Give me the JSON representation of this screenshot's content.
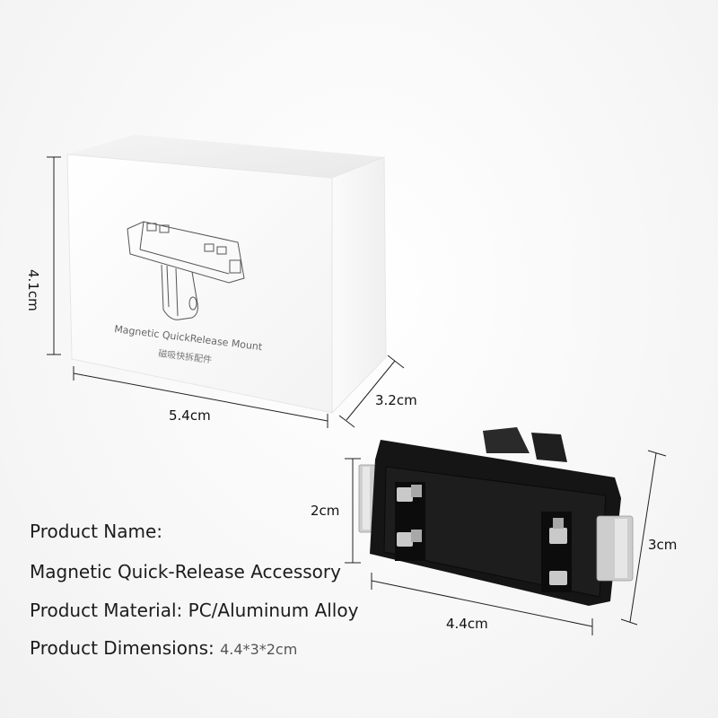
{
  "box": {
    "title_en": "Magnetic QuickRelease Mount",
    "title_cn": "磁吸快拆配件",
    "dimensions": {
      "height": "4.1cm",
      "width": "5.4cm",
      "depth": "3.2cm"
    }
  },
  "product": {
    "dimensions": {
      "height": "2cm",
      "length": "4.4cm",
      "width": "3cm"
    },
    "colors": {
      "body": "#151515",
      "metal": "#c8c8c8"
    }
  },
  "info": {
    "name_label": "Product Name:",
    "name_value": "Magnetic Quick-Release Accessory",
    "material_label": "Product Material:",
    "material_value": "PC/Aluminum Alloy",
    "dimensions_label": "Product Dimensions:",
    "dimensions_value": "4.4*3*2cm"
  }
}
